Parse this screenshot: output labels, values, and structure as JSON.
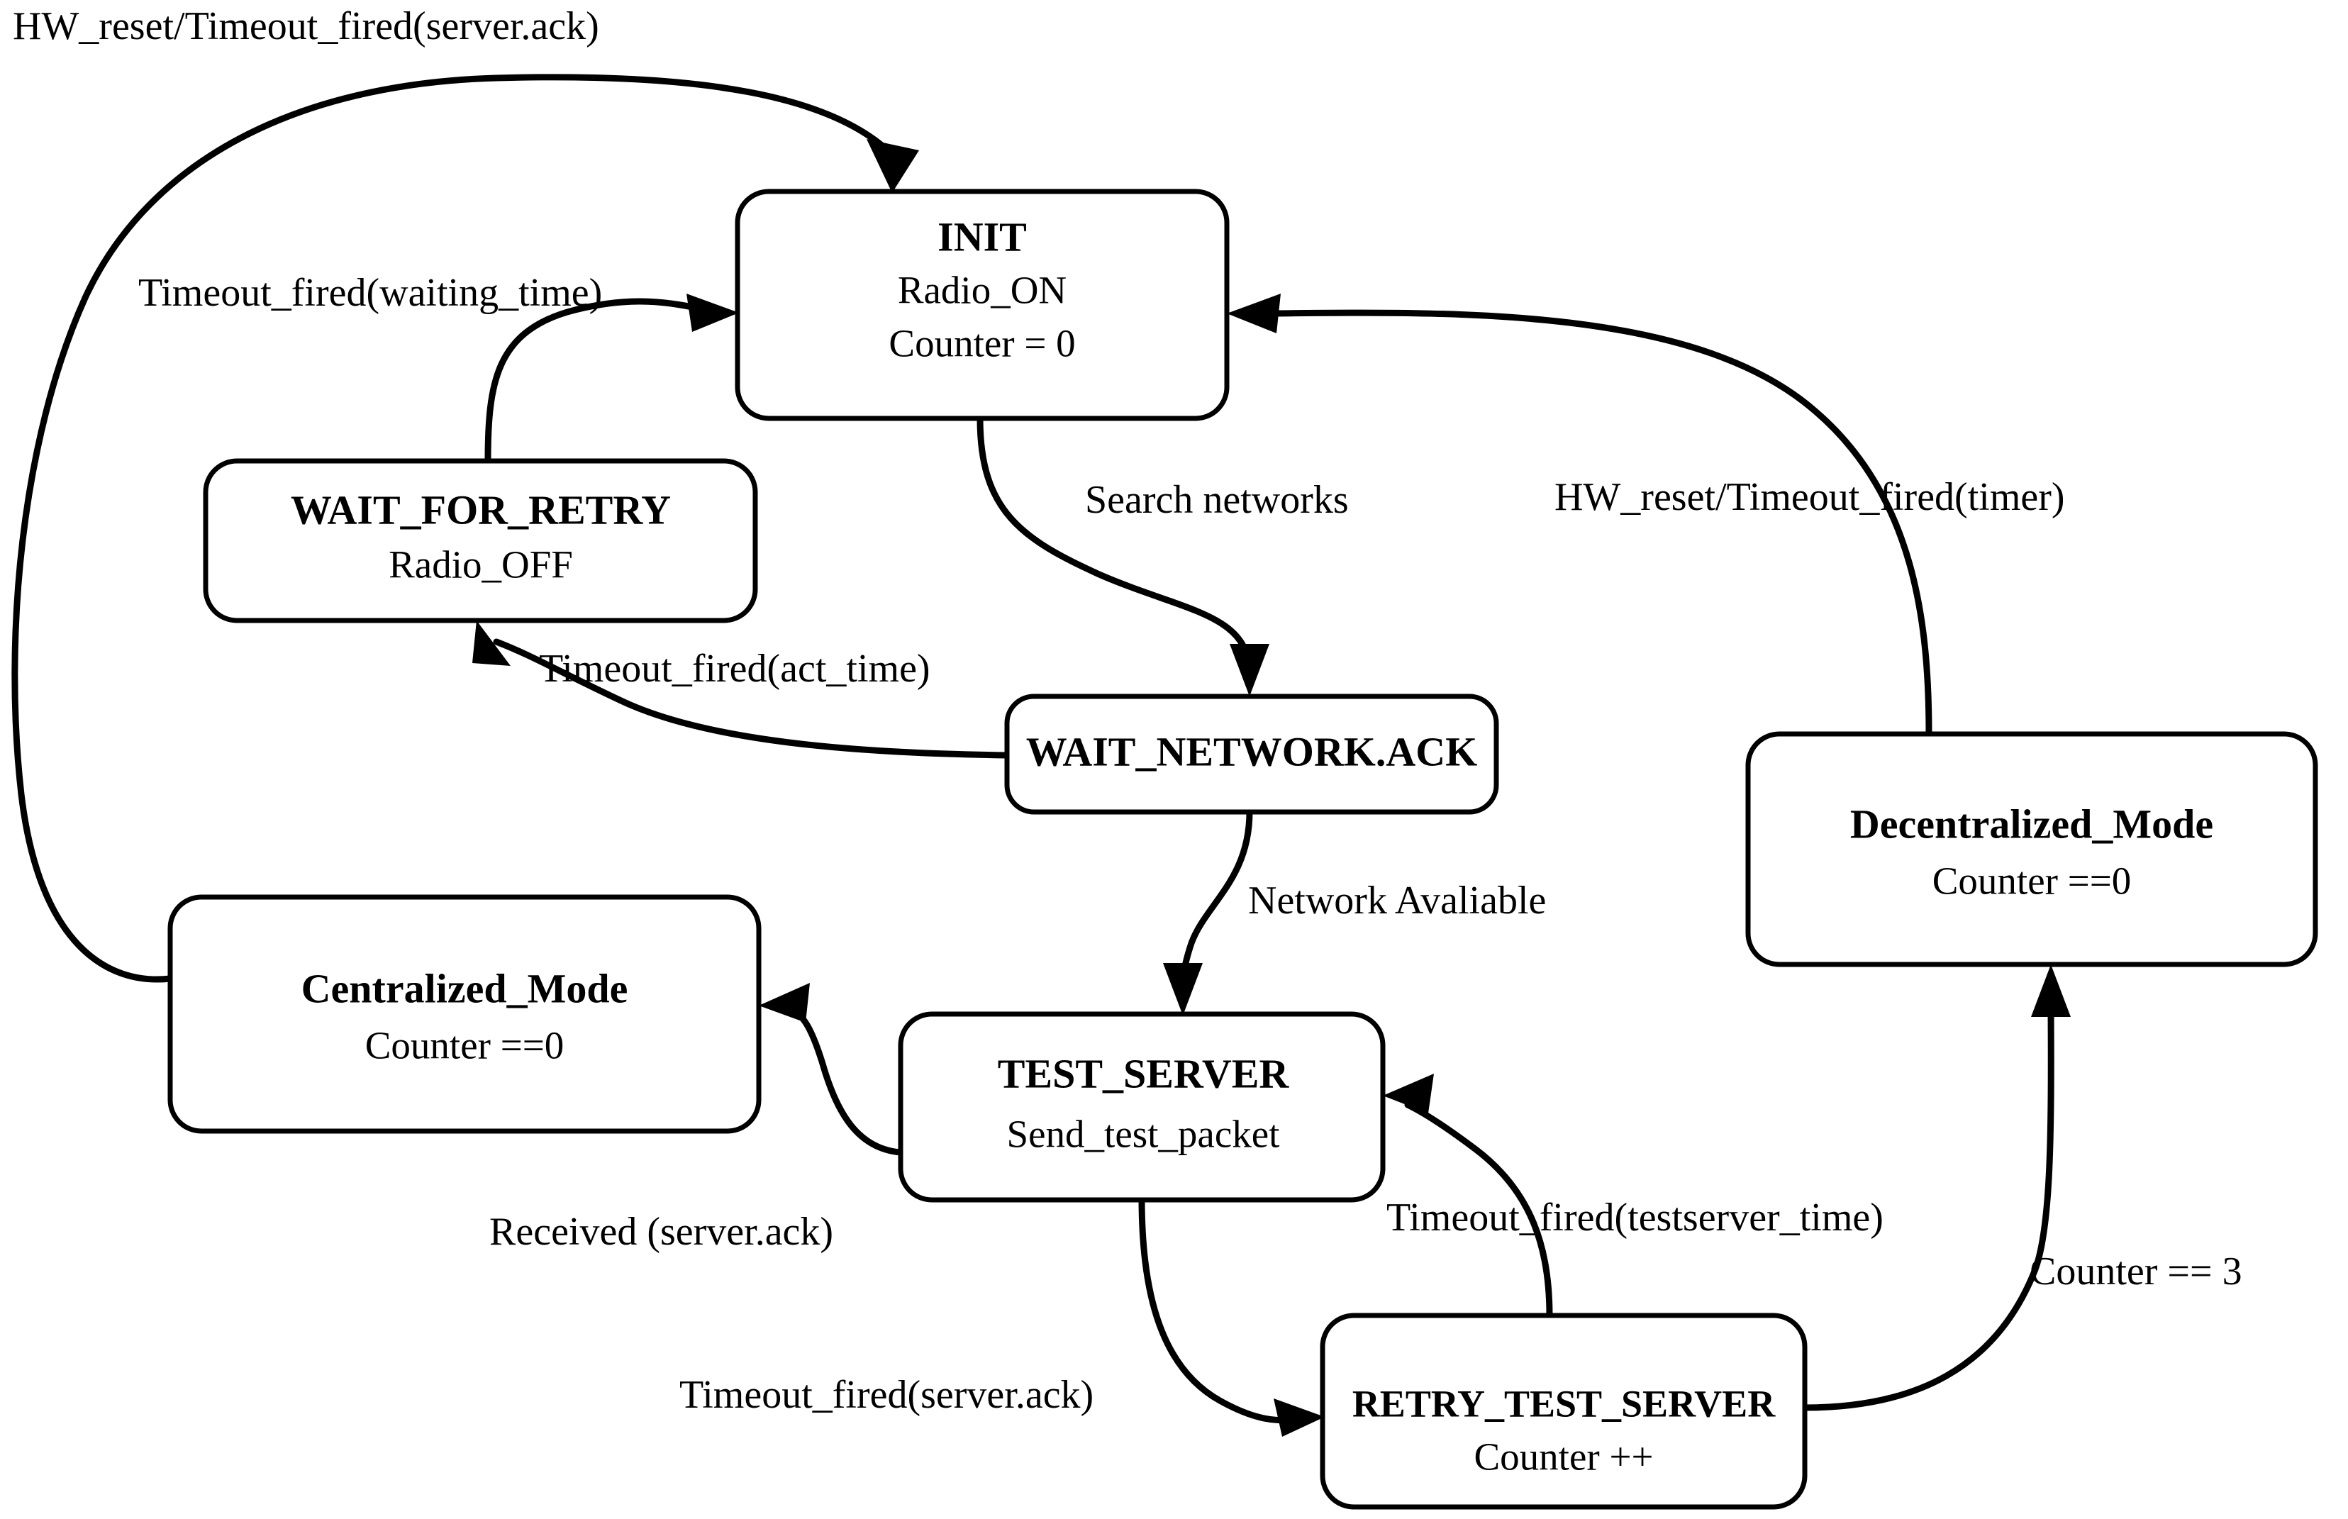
{
  "diagram": {
    "type": "state-machine",
    "title": "",
    "background_color": "#ffffff",
    "line_color": "#000000",
    "states": [
      {
        "id": "init",
        "name": "INIT",
        "sub": "Radio_ON",
        "sub2": "Counter = 0"
      },
      {
        "id": "wait_for_retry",
        "name": "WAIT_FOR_RETRY",
        "sub": "Radio_OFF",
        "sub2": ""
      },
      {
        "id": "wait_network_ack",
        "name": "WAIT_NETWORK.ACK",
        "sub": "",
        "sub2": ""
      },
      {
        "id": "decentralized",
        "name": "Decentralized_Mode",
        "sub": "Counter ==0",
        "sub2": ""
      },
      {
        "id": "centralized",
        "name": "Centralized_Mode",
        "sub": "Counter ==0",
        "sub2": ""
      },
      {
        "id": "test_server",
        "name": "TEST_SERVER",
        "sub": "Send_test_packet",
        "sub2": ""
      },
      {
        "id": "retry_test_server",
        "name": "RETRY_TEST_SERVER",
        "sub": "Counter ++",
        "sub2": ""
      }
    ],
    "transitions": [
      {
        "id": "t1",
        "from": "centralized",
        "to": "init",
        "label": "HW_reset/Timeout_fired(server.ack)"
      },
      {
        "id": "t2",
        "from": "wait_for_retry",
        "to": "init",
        "label": "Timeout_fired(waiting_time)"
      },
      {
        "id": "t3",
        "from": "init",
        "to": "wait_network_ack",
        "label": "Search networks"
      },
      {
        "id": "t4",
        "from": "decentralized",
        "to": "init",
        "label": "HW_reset/Timeout_fired(timer)"
      },
      {
        "id": "t5",
        "from": "wait_network_ack",
        "to": "wait_for_retry",
        "label": "Timeout_fired(act_time)"
      },
      {
        "id": "t6",
        "from": "wait_network_ack",
        "to": "test_server",
        "label": "Network Avaliable"
      },
      {
        "id": "t7",
        "from": "test_server",
        "to": "centralized",
        "label": "Received (server.ack)"
      },
      {
        "id": "t8",
        "from": "retry_test_server",
        "to": "test_server",
        "label": "Timeout_fired(testserver_time)"
      },
      {
        "id": "t9",
        "from": "test_server",
        "to": "retry_test_server",
        "label": "Timeout_fired(server.ack)"
      },
      {
        "id": "t10",
        "from": "retry_test_server",
        "to": "decentralized",
        "label": "Counter == 3"
      }
    ]
  }
}
